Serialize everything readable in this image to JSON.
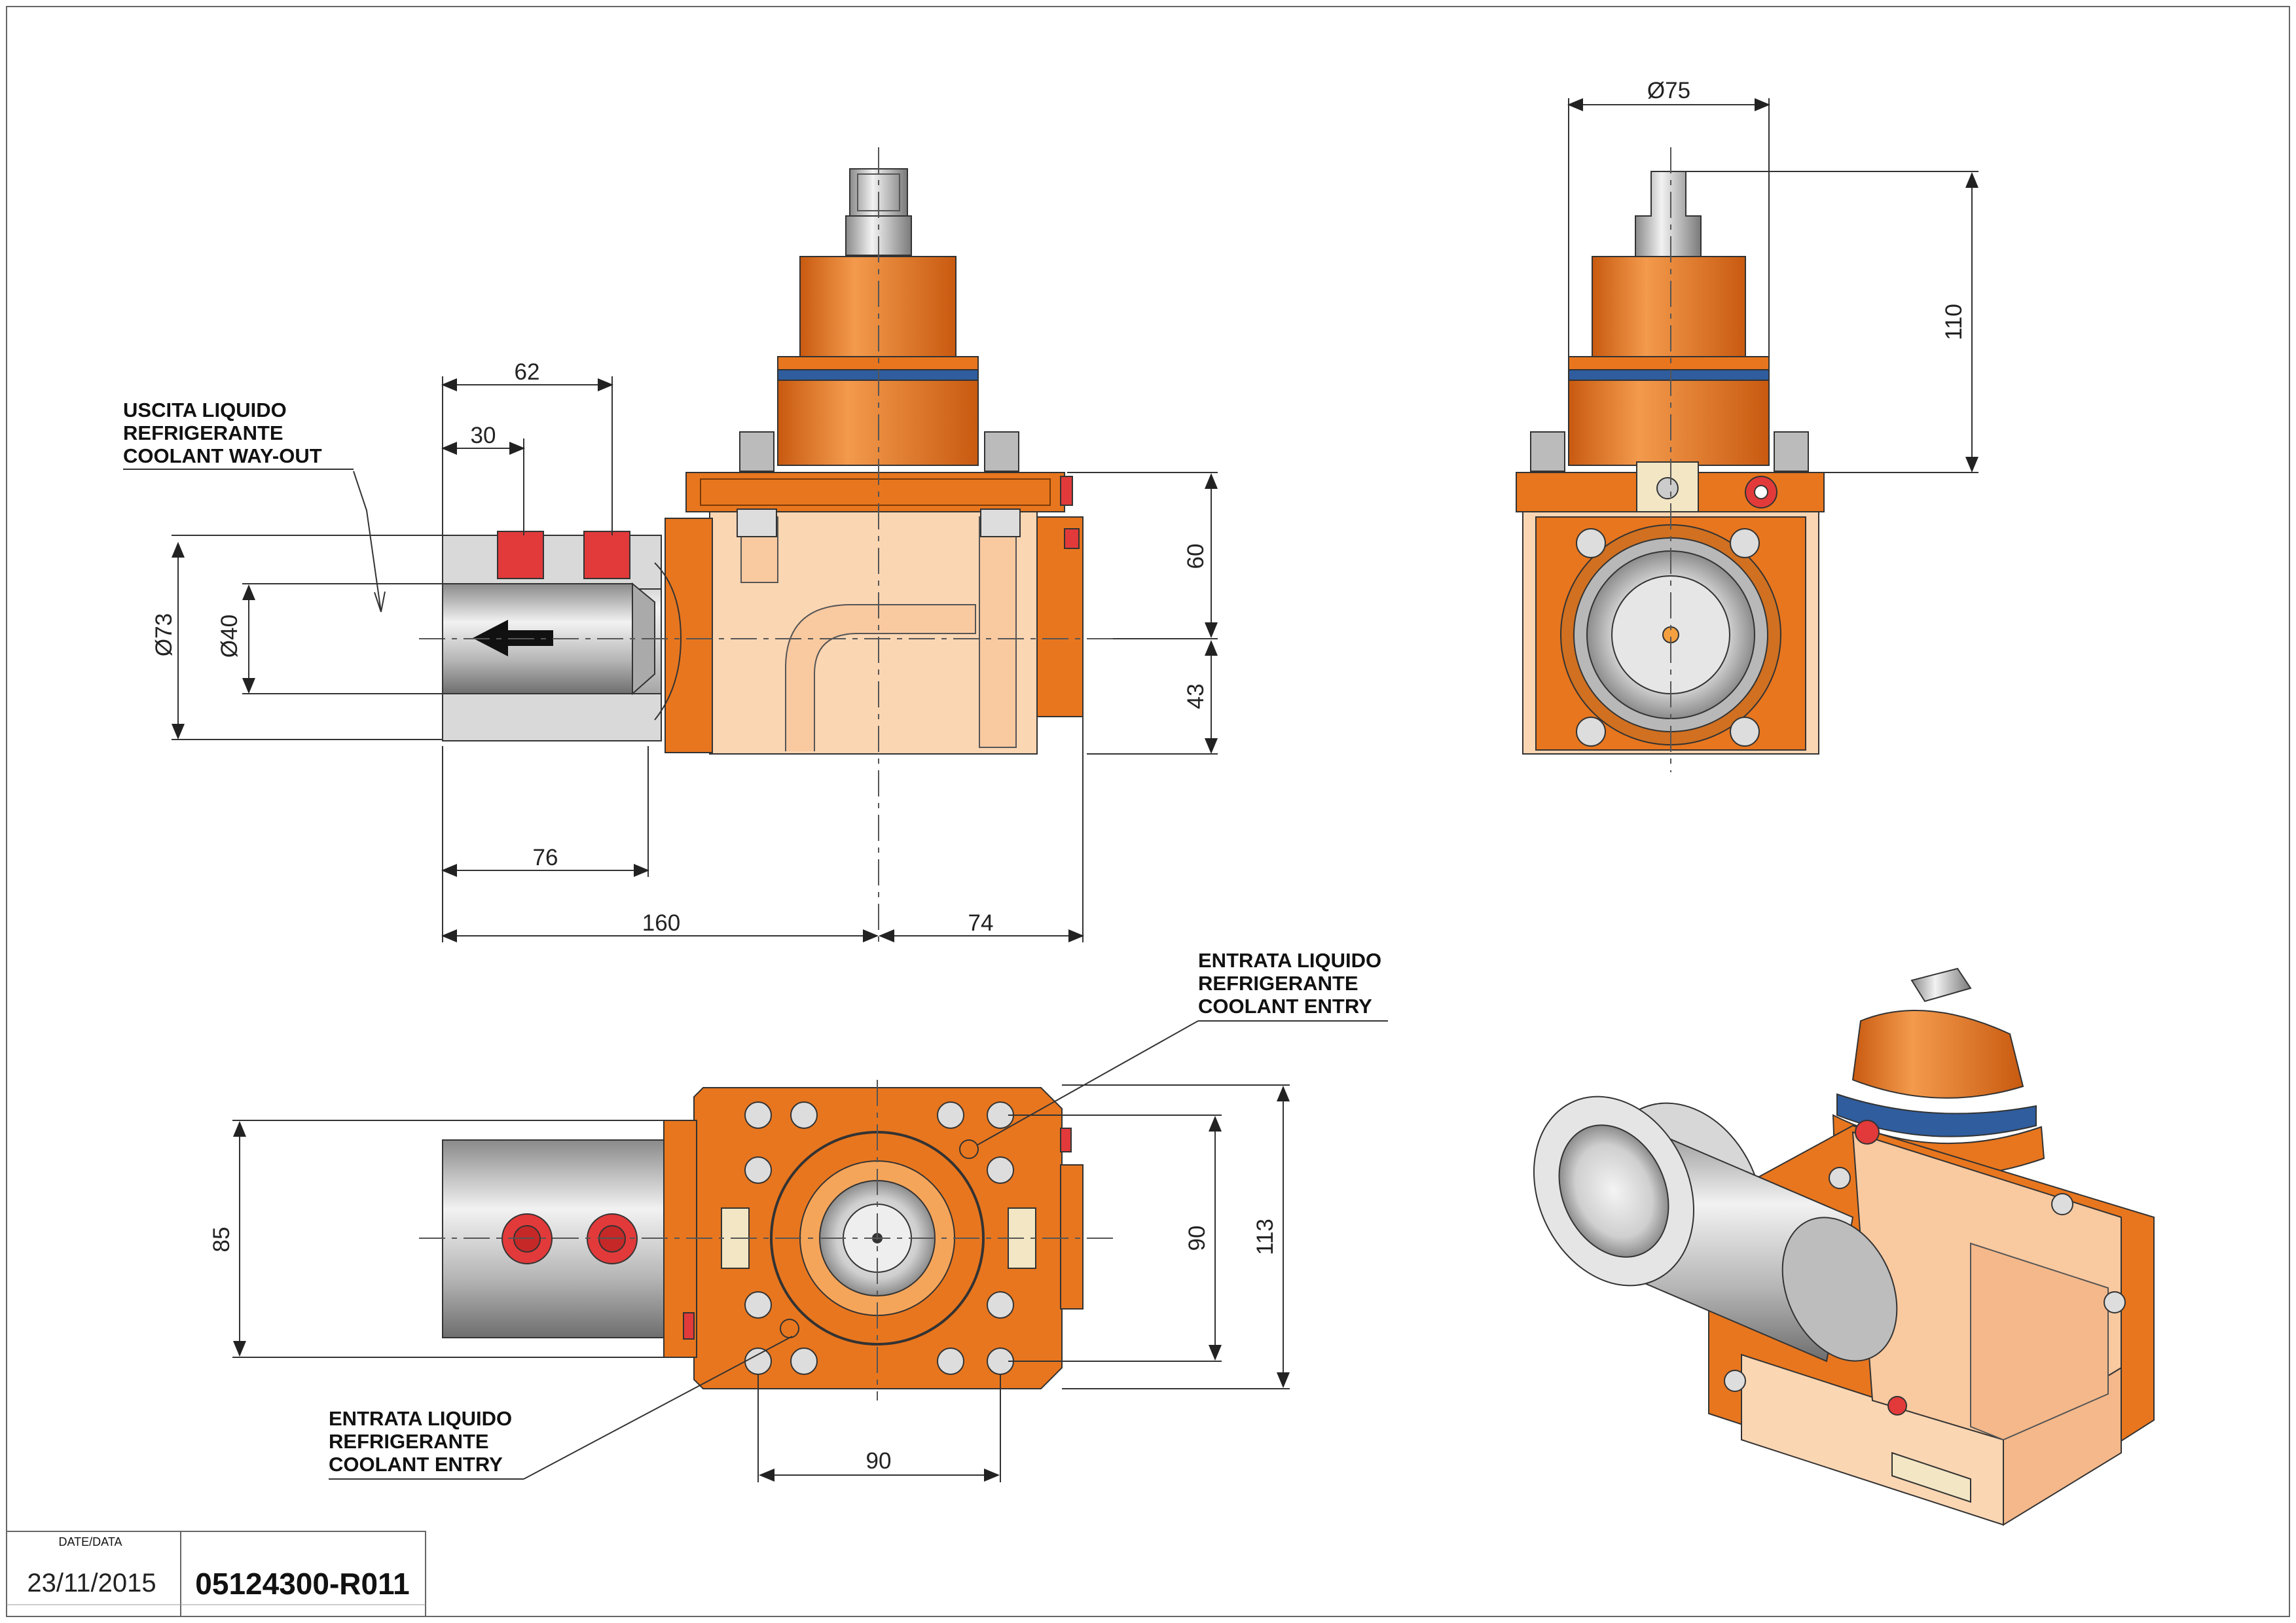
{
  "dimensions": {
    "front_62": "62",
    "front_30": "30",
    "front_dia73": "Ø73",
    "front_dia40": "Ø40",
    "front_60": "60",
    "front_43": "43",
    "front_76": "76",
    "front_160": "160",
    "front_74": "74",
    "side_dia75": "Ø75",
    "side_110": "110",
    "bottom_85": "85",
    "bottom_90_vertical": "90",
    "bottom_113": "113",
    "bottom_90_horizontal": "90"
  },
  "notes": {
    "coolant_out": [
      "USCITA LIQUIDO",
      "REFRIGERANTE",
      "COOLANT WAY-OUT"
    ],
    "coolant_entry_top": [
      "ENTRATA LIQUIDO",
      "REFRIGERANTE",
      "COOLANT ENTRY"
    ],
    "coolant_entry_bottom": [
      "ENTRATA LIQUIDO",
      "REFRIGERANTE",
      "COOLANT ENTRY"
    ]
  },
  "title_block": {
    "date_label": "DATE/DATA",
    "date": "23/11/2015",
    "code": "05124300-R011"
  },
  "colors": {
    "orange": "#e8761e",
    "light_orange": "#f9c9a0",
    "peach": "#fbd6b3",
    "grey": "#b9b9b9",
    "red": "#e23a3a",
    "blue": "#2f5d9e"
  }
}
